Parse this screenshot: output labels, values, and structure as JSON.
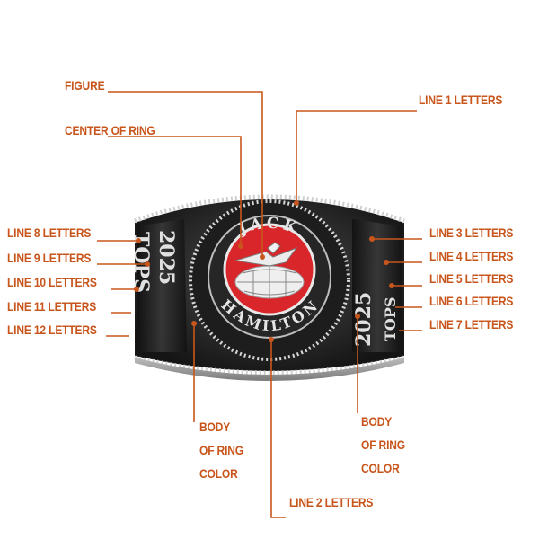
{
  "labels": {
    "figure": "FIGURE",
    "center": "CENTER OF RING",
    "line1": "LINE 1 LETTERS",
    "line2": "LINE 2 LETTERS",
    "line3": "LINE 3 LETTERS",
    "line4": "LINE 4 LETTERS",
    "line5": "LINE 5 LETTERS",
    "line6": "LINE 6 LETTERS",
    "line7": "LINE 7 LETTERS",
    "line8": "LINE 8 LETTERS",
    "line9": "LINE 9 LETTERS",
    "line10": "LINE 10 LETTERS",
    "line11": "LINE 11 LETTERS",
    "line12": "LINE 12 LETTERS",
    "body_left": [
      "BODY",
      "OF RING",
      "COLOR"
    ],
    "body_right": [
      "BODY",
      "OF RING",
      "COLOR"
    ]
  },
  "ring": {
    "top_text": "JACK",
    "bottom_text": "HAMILTON",
    "left_top": "2025",
    "left_bottom": "TOPS",
    "right_top": "2025",
    "right_bottom": "TOPS"
  },
  "colors": {
    "accent": "#c8561c",
    "center": "#d8262a",
    "metal_dark": "#2a2a2a",
    "metal_light": "#d9d9d9"
  }
}
